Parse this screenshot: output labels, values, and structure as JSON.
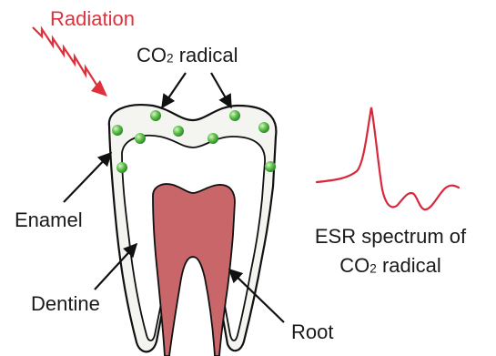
{
  "labels": {
    "radiation": "Radiation",
    "co2_radical_top_prefix": "CO",
    "co2_radical_top_sub": "2",
    "co2_radical_top_suffix": " radical",
    "enamel": "Enamel",
    "dentine": "Dentine",
    "root": "Root",
    "esr_line1": "ESR spectrum of",
    "esr_line2_prefix": "CO",
    "esr_line2_sub": "2",
    "esr_line2_suffix": " radical"
  },
  "colors": {
    "radiation": "#e0303c",
    "spectrum": "#d8283c",
    "pulp": "#c8666a",
    "enamel_fill": "#f4f4f0",
    "dentine_fill": "#ffffff",
    "radical_dot": "#5ec04a",
    "outline": "#111111"
  },
  "icons": {
    "radiation_arrow": "zigzag-arrow-icon",
    "radical": "green-sphere-icon",
    "spectrum": "esr-derivative-curve"
  }
}
